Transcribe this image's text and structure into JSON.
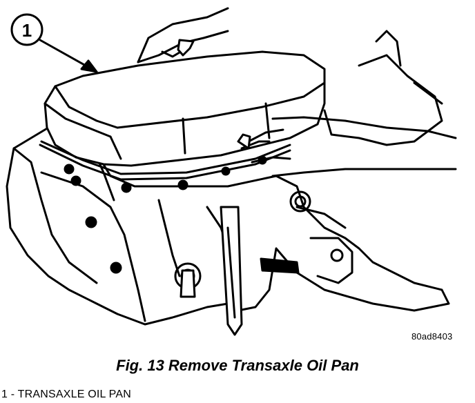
{
  "figure": {
    "callout_number": "1",
    "image_code": "80ad8403",
    "caption": "Fig. 13 Remove Transaxle Oil Pan",
    "legend": [
      {
        "number": "1",
        "text": "1 - TRANSAXLE OIL PAN"
      }
    ]
  }
}
